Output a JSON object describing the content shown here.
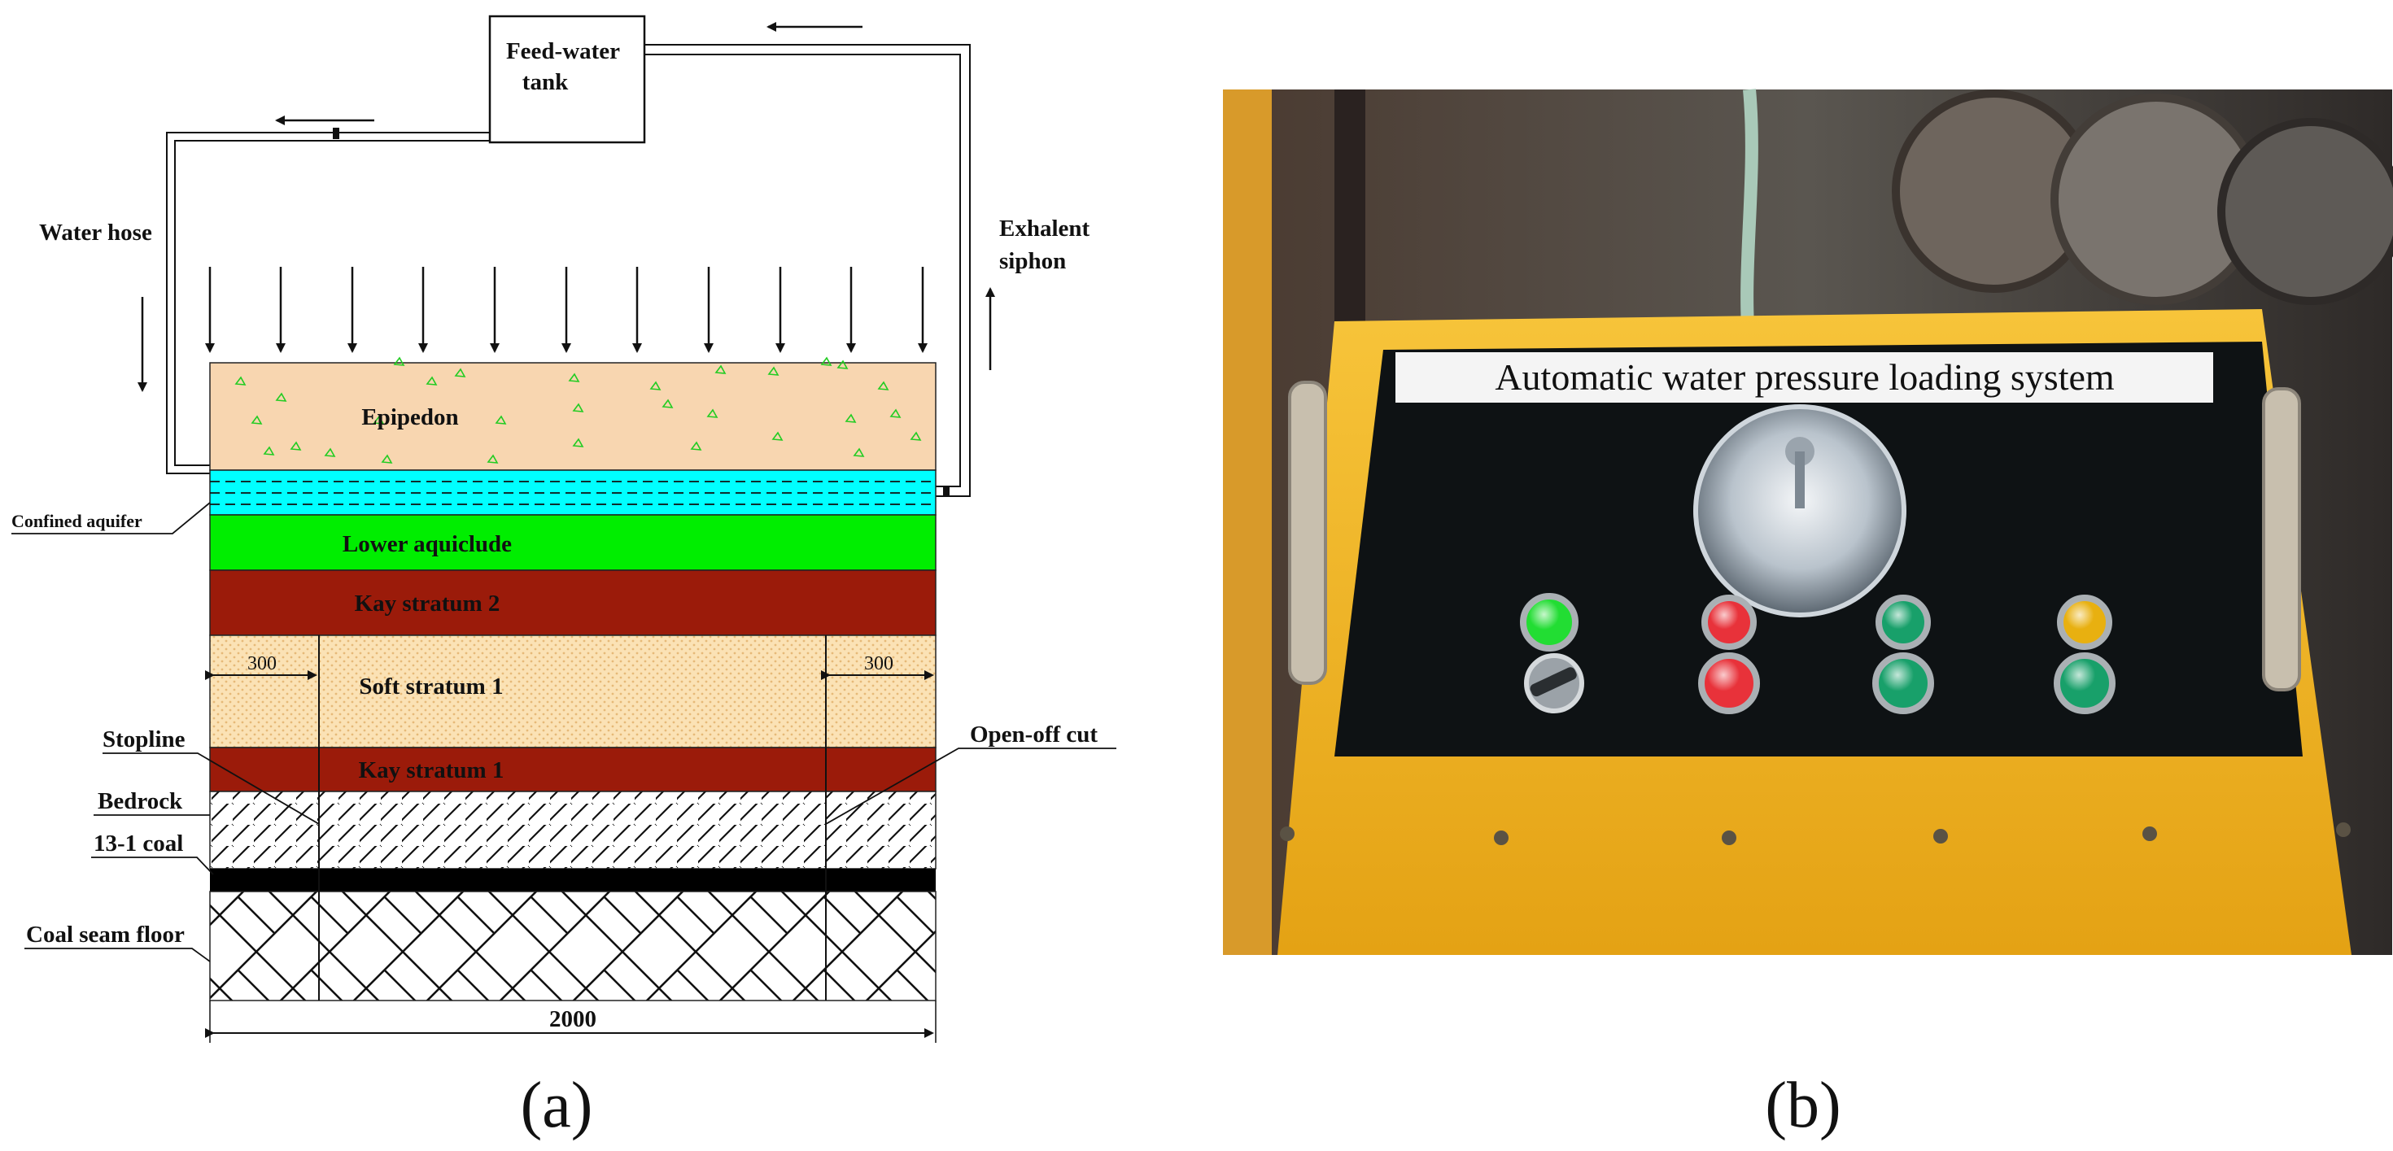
{
  "panel_a": {
    "label": "(a)",
    "tank": {
      "line1": "Feed-water",
      "line2": "tank"
    },
    "water_hose": "Water hose",
    "exhalent": {
      "line1": "Exhalent",
      "line2": "siphon"
    },
    "confined_aquifer": "Confined aquifer",
    "stopline": "Stopline",
    "open_off_cut": "Open-off cut",
    "bedrock": "Bedrock",
    "coal_13_1": "13-1 coal",
    "coal_seam_floor": "Coal seam floor",
    "dim_left": "300",
    "dim_right": "300",
    "dim_total": "2000",
    "layers": {
      "epipedon": "Epipedon",
      "lower_aquiclude": "Lower aquiclude",
      "key_stratum_2": "Kay stratum 2",
      "soft_stratum_1": "Soft stratum 1",
      "key_stratum_1": "Kay stratum 1"
    },
    "colors": {
      "epipedon": "#f8d6b0",
      "aquifer": "#00ffff",
      "aquiclude": "#00ee00",
      "key_stratum": "#9b1b0a",
      "soft_stratum": "#fbe2b5",
      "coal": "#000000",
      "confetti": "#22cc22"
    }
  },
  "panel_b": {
    "label": "(b)",
    "sign": "Automatic water pressure loading system",
    "colors": {
      "panel_body": "#f2b41f",
      "panel_face": "#0e1214",
      "background": "#3a302a",
      "green_lamp": "#22dd33",
      "red_lamp": "#e8323a",
      "teal_lamp": "#18a06a",
      "yellow_lamp": "#e8b010"
    }
  }
}
